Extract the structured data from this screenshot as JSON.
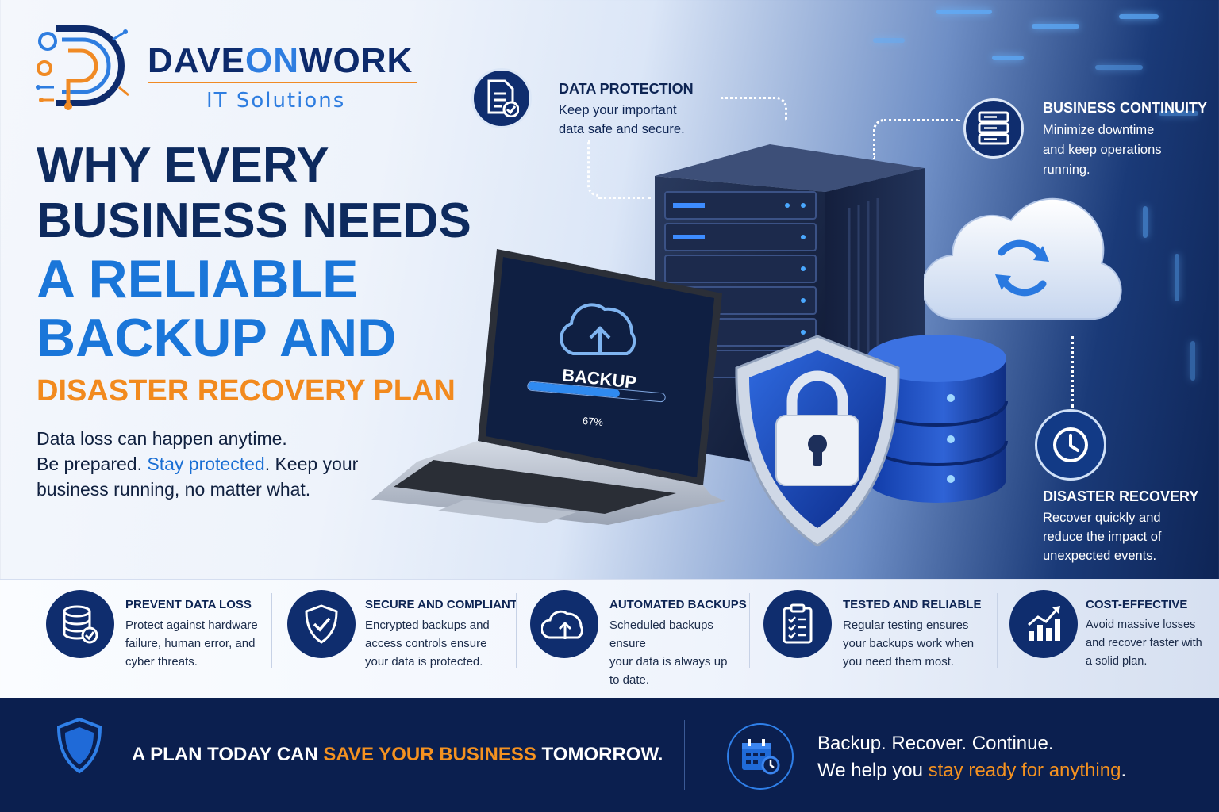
{
  "brand": {
    "name_part1": "DAVE",
    "name_part2": "ON",
    "name_part3": "WORK",
    "subtitle": "IT Solutions"
  },
  "headline": {
    "line1": "WHY EVERY",
    "line2": "BUSINESS NEEDS",
    "line3": "A RELIABLE",
    "line4": "BACKUP AND",
    "line5": "DISASTER RECOVERY PLAN"
  },
  "intro": {
    "line1": "Data loss can happen anytime.",
    "line2_a": "Be prepared. ",
    "line2_b": "Stay protected",
    "line2_c": ". Keep your",
    "line3": "business running, no matter what."
  },
  "laptop": {
    "label": "BACKUP",
    "progress_label": "67%",
    "progress": 0.67
  },
  "callouts": {
    "data_protection": {
      "title": "DATA PROTECTION",
      "line1": "Keep your important",
      "line2": "data safe and secure.",
      "icon": "document-check-icon"
    },
    "business_continuity": {
      "title": "BUSINESS CONTINUITY",
      "line1": "Minimize downtime",
      "line2": "and keep operations",
      "line3": "running.",
      "icon": "server-stack-icon"
    },
    "disaster_recovery": {
      "title": "DISASTER RECOVERY",
      "line1": "Recover quickly and",
      "line2": "reduce the impact of",
      "line3": "unexpected events.",
      "icon": "clock-icon"
    }
  },
  "features": [
    {
      "title": "PREVENT DATA LOSS",
      "lines": [
        "Protect against hardware",
        "failure, human error, and",
        "cyber threats."
      ],
      "icon": "database-check-icon"
    },
    {
      "title": "SECURE AND COMPLIANT",
      "lines": [
        "Encrypted backups and",
        "access controls ensure",
        "your data is protected."
      ],
      "icon": "shield-check-icon"
    },
    {
      "title": "AUTOMATED BACKUPS",
      "lines": [
        "Scheduled backups ensure",
        "your data is always up",
        "to date."
      ],
      "icon": "cloud-upload-icon"
    },
    {
      "title": "TESTED AND RELIABLE",
      "lines": [
        "Regular testing ensures",
        "your backups work when",
        "you need them most."
      ],
      "icon": "clipboard-checklist-icon"
    },
    {
      "title": "COST-EFFECTIVE",
      "lines": [
        "Avoid massive losses",
        "and recover faster with",
        "a solid plan."
      ],
      "icon": "bar-chart-growth-icon"
    }
  ],
  "footer": {
    "tagline_a": "A PLAN TODAY CAN ",
    "tagline_b": "SAVE YOUR BUSINESS",
    "tagline_c": " TOMORROW.",
    "line1": "Backup. Recover. Continue.",
    "line2_a": "We help you ",
    "line2_b": "stay ready for anything",
    "line2_c": "."
  },
  "colors": {
    "navy": "#0b1f4f",
    "blue": "#1a76d9",
    "orange": "#f28a1e"
  }
}
